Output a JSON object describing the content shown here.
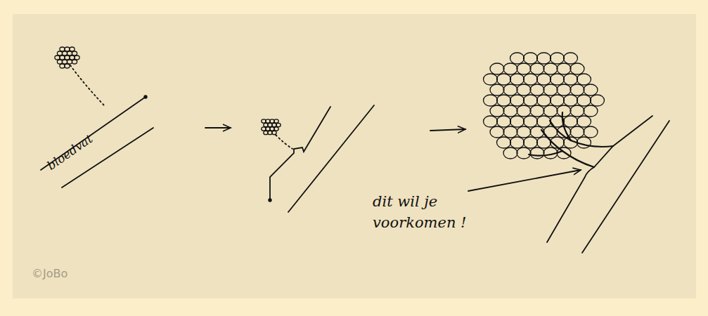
{
  "diagram": {
    "labels": [
      "bloedvat",
      "dit wil je voorkomen !",
      "©JoBo"
    ]
  }
}
